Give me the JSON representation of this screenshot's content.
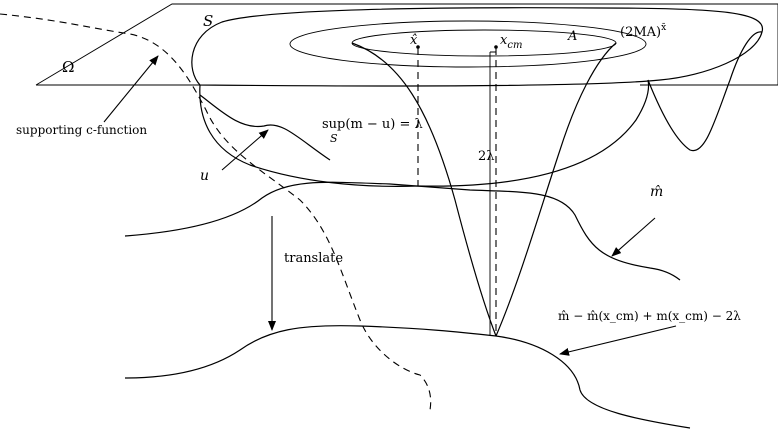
{
  "labels": {
    "S_top": "S",
    "Omega": "Ω",
    "two_MA": "(2MA)",
    "two_MA_sup": "x̄",
    "A": "A",
    "x_hat": "x̂",
    "x_cm_base": "x",
    "x_cm_sub": "cm",
    "supporting": "supporting c-function",
    "sup_expr": "sup(m − u) = λ",
    "sup_sub": "S",
    "u": "u",
    "two_lambda": "2λ",
    "m_hat": "m̂",
    "translate": "translate",
    "formula": "m̂ − m̂(x_cm) + m(x_cm) − 2λ"
  },
  "colors": {
    "ink": "#000000",
    "background": "#ffffff"
  }
}
